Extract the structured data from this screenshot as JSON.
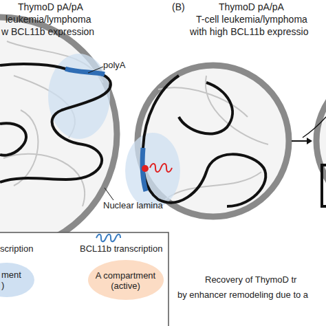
{
  "diagram": {
    "labels": [
      "ThymoD pA/pA",
      "leukemia/lymphoma",
      "w BCL11b expression",
      "(B)",
      "ThymoD pA/pA",
      "T-cell leukemia/lymphoma",
      "with high BCL11b expressio",
      "polyA",
      "Nuclear lamina",
      "Recovery of ThymoD tr",
      "by enhancer remodeling due to a"
    ],
    "legend": [
      {
        "text": "scription"
      },
      {
        "text": "BCL11b transcription"
      },
      {
        "text": "ment )",
        "color": "#cfe0f2"
      },
      {
        "text": "A compartment (active)",
        "color": "#fcdcc4"
      }
    ]
  }
}
